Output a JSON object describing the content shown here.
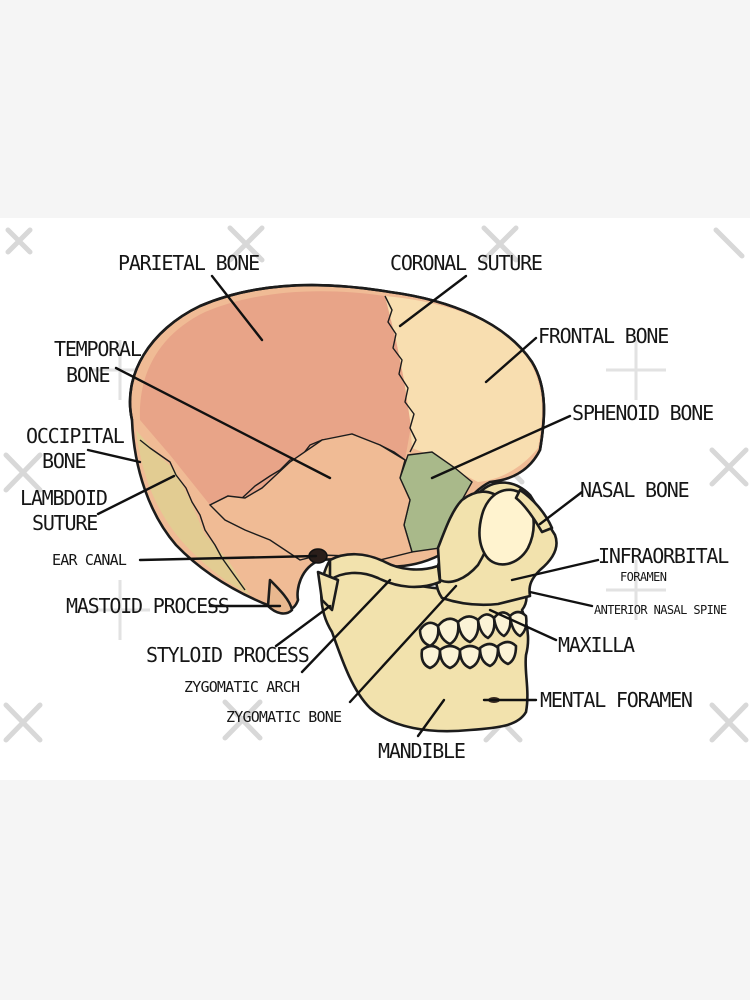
{
  "colors": {
    "background": "#f5f5f5",
    "panel": "#ffffff",
    "parietal": "#e8a488",
    "temporal": "#f0bb95",
    "frontal": "#f8deb0",
    "occipital": "#e2cc92",
    "sphenoid": "#a9b98a",
    "face": "#f2e2ad",
    "teeth": "#fbf3d6"
  },
  "labels": {
    "parietal_bone": "PARIETAL BONE",
    "coronal_suture": "CORONAL SUTURE",
    "frontal_bone": "FRONTAL BONE",
    "temporal_bone_1": "TEMPORAL",
    "temporal_bone_2": "BONE",
    "sphenoid_bone": "SPHENOID BONE",
    "occipital_bone_1": "OCCIPITAL",
    "occipital_bone_2": "BONE",
    "nasal_bone": "NASAL BONE",
    "lambdoid_suture_1": "LAMBDOID",
    "lambdoid_suture_2": "SUTURE",
    "infraorbital_foramen_1": "INFRAORBITAL",
    "infraorbital_foramen_2": "FORAMEN",
    "ear_canal": "EAR CANAL",
    "anterior_nasal_spine": "ANTERIOR NASAL SPINE",
    "mastoid_process": "MASTOID PROCESS",
    "maxilla": "MAXILLA",
    "styloid_process": "STYLOID PROCESS",
    "zygomatic_arch": "ZYGOMATIC ARCH",
    "mental_foramen": "MENTAL FORAMEN",
    "zygomatic_bone": "ZYGOMATIC BONE",
    "mandible": "MANDIBLE"
  }
}
